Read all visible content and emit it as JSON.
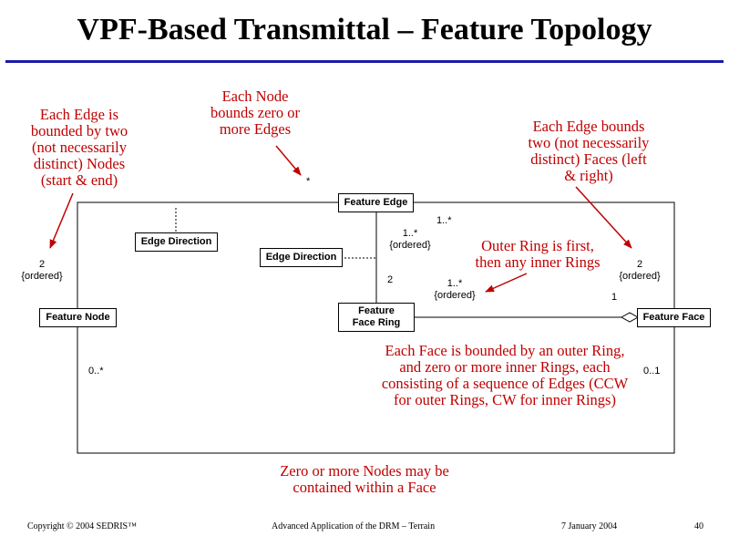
{
  "title": "VPF-Based Transmittal – Feature Topology",
  "classes": {
    "feature_edge": "Feature Edge",
    "edge_direction_left": "Edge Direction",
    "edge_direction_right": "Edge Direction",
    "feature_node": "Feature Node",
    "feature_face_ring_line1": "Feature",
    "feature_face_ring_line2": "Face Ring",
    "feature_face": "Feature Face"
  },
  "multiplicities": {
    "node_star": "*",
    "node_two": "2",
    "node_two_ordered": "{ordered}",
    "edge_ring_top": "1..*",
    "edge_ring_mid": "1..*",
    "edge_ring_mid_ordered": "{ordered}",
    "ring_two": "2",
    "ring_lower": "1..*",
    "ring_lower_ordered": "{ordered}",
    "face_two": "2",
    "face_two_ordered": "{ordered}",
    "face_one": "1",
    "node_zero_many": "0..*",
    "face_zero_one": "0..1"
  },
  "notes": {
    "edge_bounded_by_nodes": [
      "Each Edge is",
      "bounded by two",
      "(not necessarily",
      "distinct) Nodes",
      "(start & end)"
    ],
    "node_bounds_edges": [
      "Each Node",
      "bounds zero or",
      "more Edges"
    ],
    "edge_bounds_faces": [
      "Each Edge bounds",
      "two (not necessarily",
      "distinct) Faces (left",
      "& right)"
    ],
    "outer_ring_first": [
      "Outer Ring is first,",
      "then any inner Rings"
    ],
    "face_bounded_by_rings": [
      "Each Face is bounded by an outer Ring,",
      "and zero or more inner Rings, each",
      "consisting of a sequence of Edges (CCW",
      "for outer Rings, CW for inner Rings)"
    ],
    "nodes_within_face": [
      "Zero or more Nodes may be",
      "contained within a Face"
    ]
  },
  "footer": {
    "copyright": "Copyright © 2004 SEDRIS™",
    "subject": "Advanced Application of the DRM – Terrain",
    "date": "7 January 2004",
    "page": "40"
  },
  "colors": {
    "note_text": "#c00000",
    "title_rule": "#1a1aa8"
  }
}
